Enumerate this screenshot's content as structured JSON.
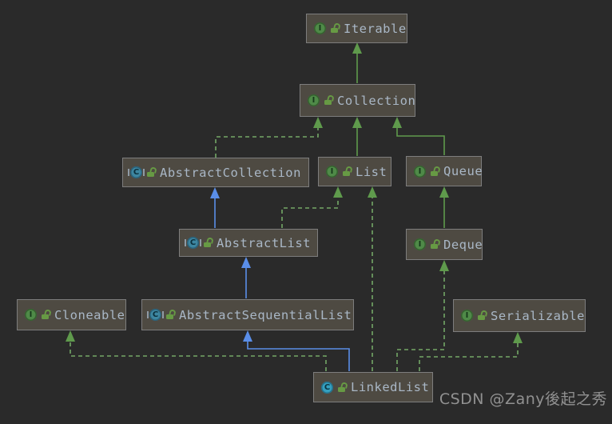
{
  "diagram": {
    "title": "Java collections UML class diagram",
    "nodes": [
      {
        "label": "Iterable",
        "type": "interface",
        "icon": "interface-icon",
        "visibility_icon": "public-open-lock-icon"
      },
      {
        "label": "Collection",
        "type": "interface",
        "icon": "interface-icon",
        "visibility_icon": "public-open-lock-icon"
      },
      {
        "label": "AbstractCollection",
        "type": "abstract-class",
        "icon": "abstract-class-icon",
        "visibility_icon": "public-open-lock-icon"
      },
      {
        "label": "List",
        "type": "interface",
        "icon": "interface-icon",
        "visibility_icon": "public-open-lock-icon"
      },
      {
        "label": "Queue",
        "type": "interface",
        "icon": "interface-icon",
        "visibility_icon": "public-open-lock-icon"
      },
      {
        "label": "AbstractList",
        "type": "abstract-class",
        "icon": "abstract-class-icon",
        "visibility_icon": "public-open-lock-icon"
      },
      {
        "label": "Deque",
        "type": "interface",
        "icon": "interface-icon",
        "visibility_icon": "public-open-lock-icon"
      },
      {
        "label": "Cloneable",
        "type": "interface",
        "icon": "interface-icon",
        "visibility_icon": "public-open-lock-icon"
      },
      {
        "label": "AbstractSequentialList",
        "type": "abstract-class",
        "icon": "abstract-class-icon",
        "visibility_icon": "public-open-lock-icon"
      },
      {
        "label": "Serializable",
        "type": "interface",
        "icon": "interface-icon",
        "visibility_icon": "public-open-lock-icon"
      },
      {
        "label": "LinkedList",
        "type": "class",
        "icon": "class-icon",
        "visibility_icon": "public-open-lock-icon"
      }
    ],
    "icon_letters": {
      "interface": "I",
      "class": "C"
    },
    "edges": [
      {
        "from": "Collection",
        "to": "Iterable",
        "relation": "extends",
        "style": "solid-green"
      },
      {
        "from": "AbstractCollection",
        "to": "Collection",
        "relation": "implements",
        "style": "dashed-green"
      },
      {
        "from": "List",
        "to": "Collection",
        "relation": "extends",
        "style": "solid-green"
      },
      {
        "from": "Queue",
        "to": "Collection",
        "relation": "extends",
        "style": "solid-green"
      },
      {
        "from": "AbstractList",
        "to": "AbstractCollection",
        "relation": "extends",
        "style": "solid-blue"
      },
      {
        "from": "AbstractList",
        "to": "List",
        "relation": "implements",
        "style": "dashed-green"
      },
      {
        "from": "Deque",
        "to": "Queue",
        "relation": "extends",
        "style": "solid-green"
      },
      {
        "from": "AbstractSequentialList",
        "to": "AbstractList",
        "relation": "extends",
        "style": "solid-blue"
      },
      {
        "from": "LinkedList",
        "to": "AbstractSequentialList",
        "relation": "extends",
        "style": "solid-blue"
      },
      {
        "from": "LinkedList",
        "to": "Cloneable",
        "relation": "implements",
        "style": "dashed-green"
      },
      {
        "from": "LinkedList",
        "to": "List",
        "relation": "implements",
        "style": "dashed-green"
      },
      {
        "from": "LinkedList",
        "to": "Deque",
        "relation": "implements",
        "style": "dashed-green"
      },
      {
        "from": "LinkedList",
        "to": "Serializable",
        "relation": "implements",
        "style": "dashed-green"
      }
    ],
    "colors": {
      "background": "#2a2a2a",
      "node_fill": "#4e4a42",
      "node_border": "#7d7d7d",
      "label_text": "#a9b7c6",
      "extends_green": "#5f9a4c",
      "implements_dashed_green": "#74a766",
      "class_extends_blue": "#5a8ee8",
      "interface_icon_green": "#4f8a48",
      "class_icon_blue": "#35a0bf",
      "lock_green": "#679a44",
      "watermark_gray": "#919191"
    }
  },
  "watermark": {
    "text": "CSDN @Zany後起之秀"
  }
}
